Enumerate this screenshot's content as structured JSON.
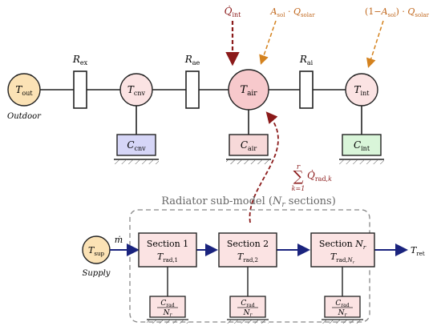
{
  "heat_inputs": {
    "q_int": "Q̇int",
    "q_solar_air": "Asol · Qsolar",
    "q_solar_int": "(1−Asol) · Qsolar"
  },
  "resistors": {
    "r_ex": "Rex",
    "r_ae": "Rae",
    "r_ai": "Rai"
  },
  "nodes": {
    "t_out": "Tout",
    "t_cnv": "Tcnv",
    "t_air": "Tair",
    "t_int": "Tint",
    "t_sup": "Tsup"
  },
  "capacitors": {
    "c_cnv": "Ccnv",
    "c_air": "Cair",
    "c_int": "Cint"
  },
  "captions": {
    "outdoor": "Outdoor",
    "supply": "Supply"
  },
  "radiator": {
    "title": "Radiator sub-model (Nr sections)",
    "sum_top": "r",
    "sum_bottom": "k=1",
    "sum_term": "Q̇rad,k",
    "flow_label": "ṁ",
    "outlet": "Tret",
    "sections": [
      {
        "title": "Section 1",
        "temp": "Trad,1"
      },
      {
        "title": "Section 2",
        "temp": "Trad,2"
      },
      {
        "title": "Section Nr",
        "temp": "Trad,Nr"
      }
    ],
    "cap_num": "Crad",
    "cap_den": "Nr"
  },
  "colors": {
    "q_int_arrow": "#8b1a1a",
    "solar_arrow": "#d4821e",
    "supply_arrow": "#1a237e",
    "air_node_fill": "#f7c9cc",
    "side_node_fill": "#fbe3e3",
    "outdoor_node_fill": "#fbe2b5",
    "c_cnv_fill": "#d6d6f7",
    "c_air_fill": "#f7d9d9",
    "c_int_fill": "#d9f5d9",
    "section_fill": "#fbe3e3",
    "rad_cap_fill": "#fbe3e3"
  }
}
